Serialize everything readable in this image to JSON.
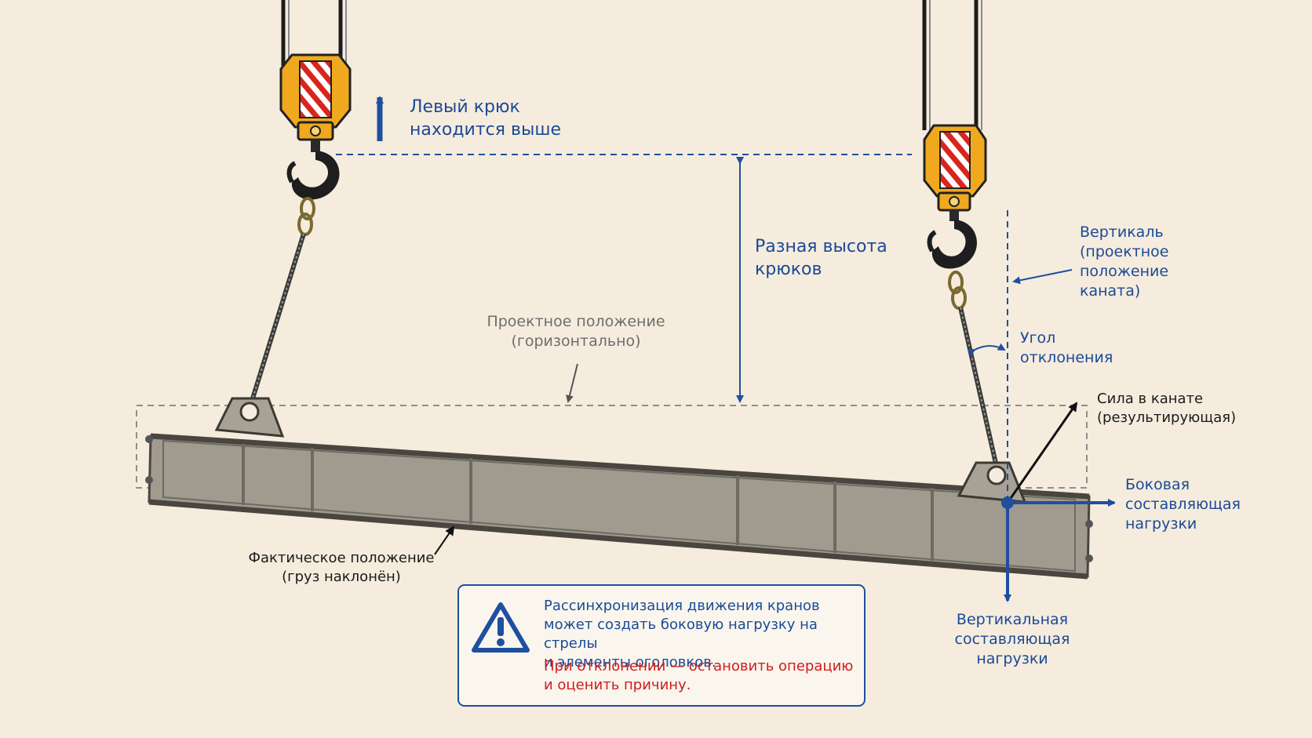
{
  "colors": {
    "background": "#f5ecde",
    "annotation_blue": "#1a4a96",
    "warning_red": "#d11b1b",
    "hook_yellow": "#f0a91e",
    "beam_gray": "#a09a8f"
  },
  "labels": {
    "left_hook_higher": "Левый крюк\nнаходится выше",
    "height_difference": "Разная высота\nкрюков",
    "design_position": "Проектное положение\n(горизонтально)",
    "vertical_rope": "Вертикаль\n(проектное\nположение\nканата)",
    "deflection_angle": "Угол\nотклонения",
    "rope_force": "Сила в канате\n(результирующая)",
    "lateral_component": "Боковая\nсоставляющая\nнагрузки",
    "vertical_component": "Вертикальная\nсоставляющая\nнагрузки",
    "actual_position": "Фактическое положение\n(груз наклонён)"
  },
  "warning": {
    "icon": "warning-triangle-icon",
    "text": "Рассинхронизация движения кранов\nможет создать боковую нагрузку на стрелы\nи элементы оголовков.",
    "alert": "При отклонении — остановить операцию\nи оценить причину."
  }
}
